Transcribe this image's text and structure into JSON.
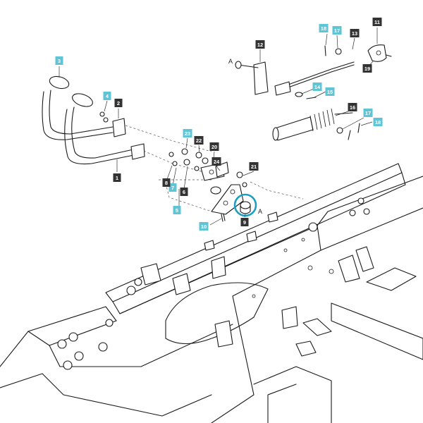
{
  "diagram": {
    "highlight_color": "#1e9ec2",
    "dark_tag_color": "#333333",
    "cyan_tag_color": "#5ec4d6",
    "reference_letters": [
      "A",
      "A"
    ],
    "callouts": [
      {
        "id": "c1",
        "label": "1",
        "style": "dark"
      },
      {
        "id": "c2",
        "label": "2",
        "style": "dark"
      },
      {
        "id": "c3",
        "label": "3",
        "style": "cyan"
      },
      {
        "id": "c4",
        "label": "4",
        "style": "cyan"
      },
      {
        "id": "c5",
        "label": "5",
        "style": "cyan"
      },
      {
        "id": "c6",
        "label": "6",
        "style": "dark"
      },
      {
        "id": "c7",
        "label": "7",
        "style": "cyan"
      },
      {
        "id": "c8",
        "label": "8",
        "style": "dark"
      },
      {
        "id": "c9",
        "label": "9",
        "style": "dark"
      },
      {
        "id": "c10",
        "label": "10",
        "style": "cyan"
      },
      {
        "id": "c11",
        "label": "11",
        "style": "dark"
      },
      {
        "id": "c12",
        "label": "12",
        "style": "dark"
      },
      {
        "id": "c13",
        "label": "13",
        "style": "dark"
      },
      {
        "id": "c14",
        "label": "14",
        "style": "cyan"
      },
      {
        "id": "c15",
        "label": "15",
        "style": "cyan"
      },
      {
        "id": "c16",
        "label": "16",
        "style": "dark"
      },
      {
        "id": "c17a",
        "label": "17",
        "style": "cyan"
      },
      {
        "id": "c17b",
        "label": "17",
        "style": "cyan"
      },
      {
        "id": "c18a",
        "label": "18",
        "style": "cyan"
      },
      {
        "id": "c18b",
        "label": "18",
        "style": "cyan"
      },
      {
        "id": "c19",
        "label": "19",
        "style": "dark"
      },
      {
        "id": "c20",
        "label": "20",
        "style": "dark"
      },
      {
        "id": "c21",
        "label": "21",
        "style": "dark"
      },
      {
        "id": "c22",
        "label": "22",
        "style": "dark"
      },
      {
        "id": "c23",
        "label": "23",
        "style": "cyan"
      },
      {
        "id": "c24",
        "label": "24",
        "style": "dark"
      }
    ]
  }
}
